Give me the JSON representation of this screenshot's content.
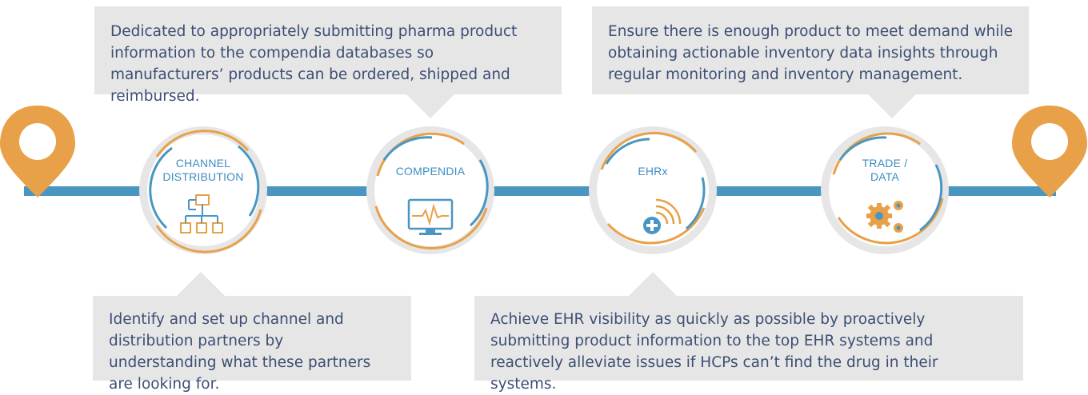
{
  "stages": [
    {
      "label": "CHANNEL\nDISTRIBUTION",
      "icon": "org-chart-icon"
    },
    {
      "label": "COMPENDIA",
      "icon": "monitor-pulse-icon"
    },
    {
      "label": "EHRx",
      "icon": "medical-signal-icon"
    },
    {
      "label": "TRADE /\nDATA",
      "icon": "gears-icon"
    }
  ],
  "callouts": {
    "compendia": "Dedicated to appropriately submitting pharma product information to the compendia databases so manufacturers’ products can be ordered, shipped and reimbursed.",
    "trade_data": "Ensure there is enough product to meet demand while obtaining actionable inventory data insights through regular monitoring and inventory management.",
    "channel_distribution": "Identify and set up channel and distribution partners by understanding what these partners are looking for.",
    "ehrx": "Achieve EHR visibility as quickly as possible by proactively submitting product information to the top EHR systems and reactively alleviate issues if HCPs can’t find the drug in their systems."
  },
  "colors": {
    "timeline": "#4a96c2",
    "pin": "#e8a148",
    "circle_fill": "#e6e6e6",
    "ring_orange": "#e8a148",
    "ring_blue": "#4a96c2",
    "callout_bg": "#e6e6e6",
    "text": "#3c4e73"
  }
}
